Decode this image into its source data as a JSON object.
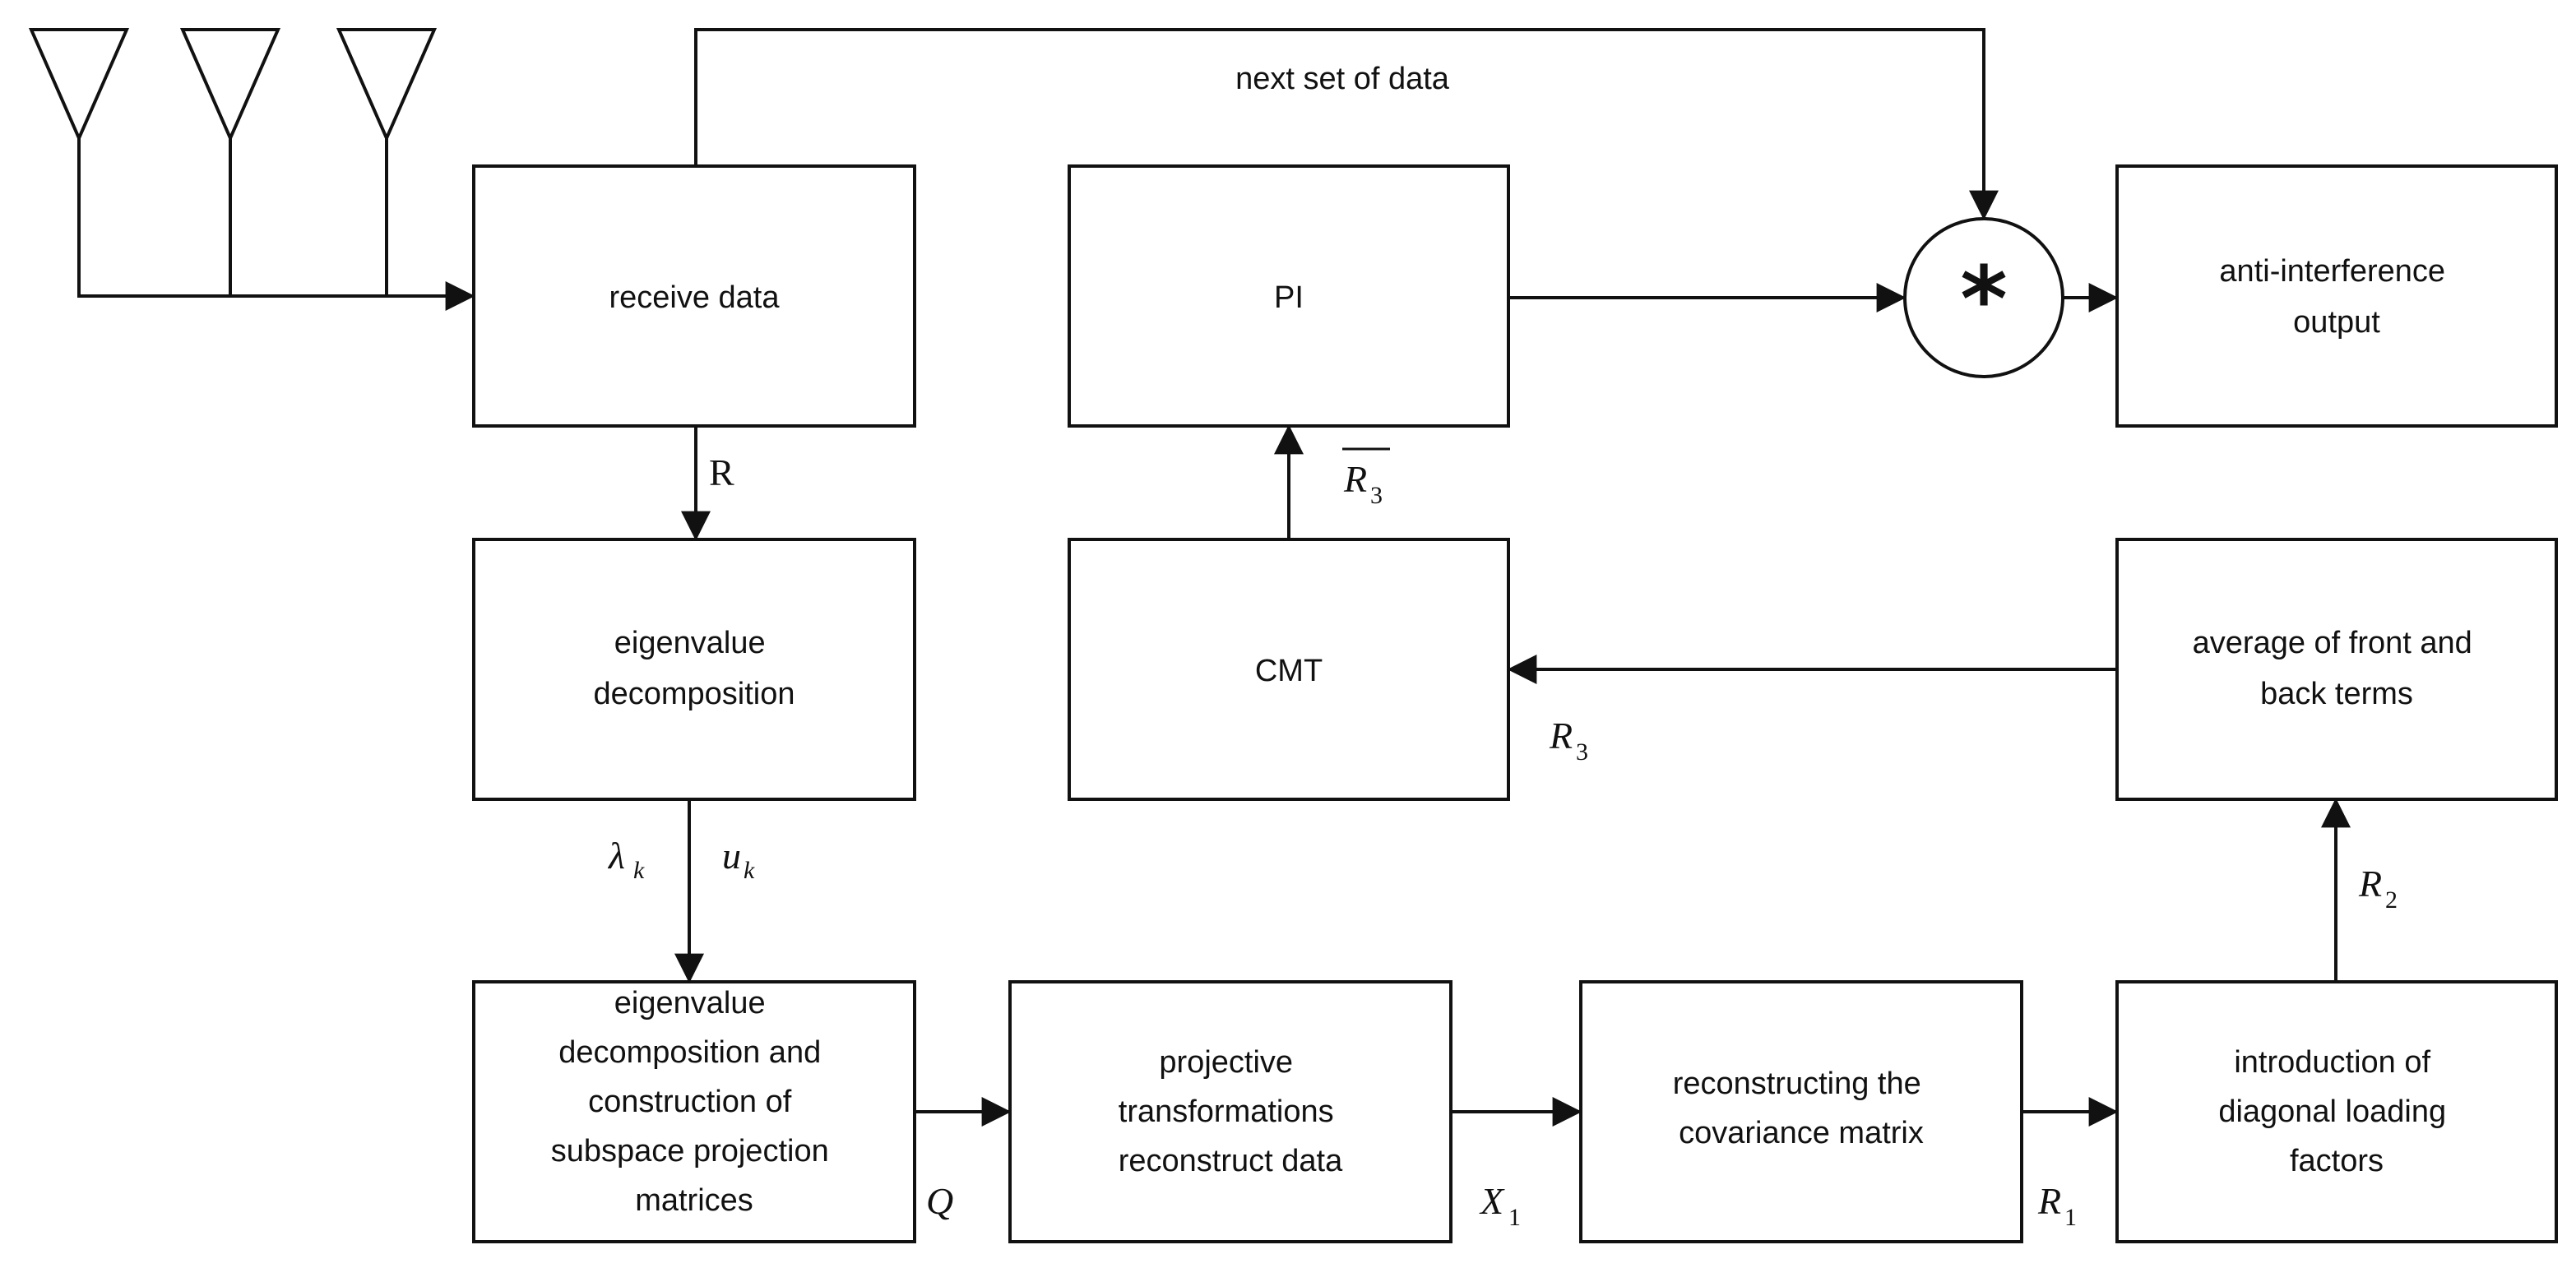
{
  "boxes": {
    "receive": "receive data",
    "pi": "PI",
    "output": [
      "anti-interference",
      "output"
    ],
    "eig": [
      "eigenvalue",
      "decomposition"
    ],
    "cmt": "CMT",
    "avg": [
      "average of front and",
      "back terms"
    ],
    "eig_construct": [
      "eigenvalue",
      "decomposition and",
      "construction of",
      "subspace projection",
      "matrices"
    ],
    "projective": [
      "projective",
      "transformations",
      "reconstruct data"
    ],
    "reconstruct": [
      "reconstructing the",
      "covariance matrix"
    ],
    "diagonal": [
      "introduction of",
      "diagonal loading",
      "factors"
    ]
  },
  "multiplier_symbol": "*",
  "labels": {
    "next_set": "next set of data",
    "R": "R",
    "R3_bar_main": "R",
    "R3_bar_sub": "3",
    "R3_main": "R",
    "R3_sub": "3",
    "lambda_main": "λ",
    "lambda_sub": "k",
    "u_main": "u",
    "u_sub": "k",
    "R2_main": "R",
    "R2_sub": "2",
    "Q": "Q",
    "X1_main": "X",
    "X1_sub": "1",
    "R1_main": "R",
    "R1_sub": "1"
  }
}
